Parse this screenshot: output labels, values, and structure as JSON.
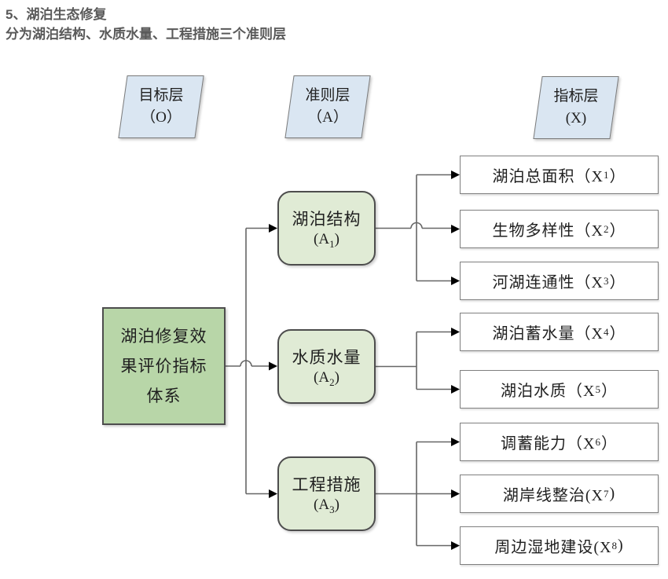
{
  "title": {
    "line1": "5、湖泊生态修复",
    "line2": "分为湖泊结构、水质水量、工程措施三个准则层"
  },
  "layer_labels": [
    {
      "name": "目标层",
      "code": "（O）"
    },
    {
      "name": "准则层",
      "code": "（A）"
    },
    {
      "name": "指标层",
      "code": "(X)"
    }
  ],
  "goal": {
    "label": "湖泊修复效果评价指标体系"
  },
  "criteria": [
    {
      "name": "湖泊结构",
      "code_prefix": "(A",
      "code_sub": "1",
      "code_suffix": ")"
    },
    {
      "name": "水质水量",
      "code_prefix": "(A",
      "code_sub": "2",
      "code_suffix": ")"
    },
    {
      "name": "工程措施",
      "code_prefix": "(A",
      "code_sub": "3",
      "code_suffix": ")"
    }
  ],
  "indicators": [
    {
      "prefix": "湖泊总面积（X",
      "sub": "1",
      "suffix": "）"
    },
    {
      "prefix": "生物多样性（X",
      "sub": "2",
      "suffix": "）"
    },
    {
      "prefix": "河湖连通性（X",
      "sub": "3",
      "suffix": "）"
    },
    {
      "prefix": "湖泊蓄水量（X",
      "sub": "4",
      "suffix": "）"
    },
    {
      "prefix": "湖泊水质（X",
      "sub": "5",
      "suffix": "）"
    },
    {
      "prefix": "调蓄能力（X",
      "sub": "6",
      "suffix": "）"
    },
    {
      "prefix": "湖岸线整治(X",
      "sub": "7",
      "suffix": ")"
    },
    {
      "prefix": "周边湿地建设(X",
      "sub": "8",
      "suffix": ")"
    }
  ],
  "colors": {
    "title_text": "#595959",
    "layer_label_fill": "#dae6f2",
    "goal_fill": "#b8d6a8",
    "criteria_fill": "#e0ebd5",
    "box_border_dark": "#4d4d4d",
    "box_border_gray": "#7f7f7f",
    "connector": "#666666",
    "arrowhead": "#000000"
  }
}
